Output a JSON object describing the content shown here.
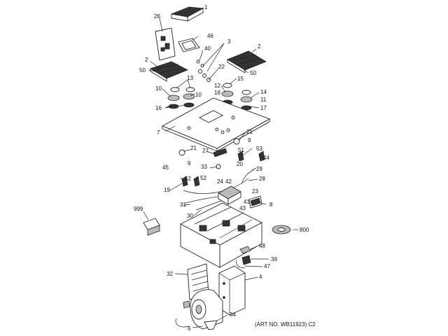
{
  "art_number": "(ART NO. WB11923) C2",
  "callouts": [
    {
      "id": "c1",
      "text": "1"
    },
    {
      "id": "c26",
      "text": "26"
    },
    {
      "id": "c46",
      "text": "46"
    },
    {
      "id": "c40",
      "text": "40"
    },
    {
      "id": "c3",
      "text": "3"
    },
    {
      "id": "c2a",
      "text": "2"
    },
    {
      "id": "c2b",
      "text": "2"
    },
    {
      "id": "c50a",
      "text": "50"
    },
    {
      "id": "c22",
      "text": "22"
    },
    {
      "id": "c50b",
      "text": "50"
    },
    {
      "id": "c13",
      "text": "13"
    },
    {
      "id": "c15",
      "text": "15"
    },
    {
      "id": "c10a",
      "text": "10"
    },
    {
      "id": "c10b",
      "text": "10"
    },
    {
      "id": "c12",
      "text": "12"
    },
    {
      "id": "c14",
      "text": "14"
    },
    {
      "id": "c18",
      "text": "18"
    },
    {
      "id": "c11",
      "text": "11"
    },
    {
      "id": "c16",
      "text": "16"
    },
    {
      "id": "c17",
      "text": "17"
    },
    {
      "id": "c7",
      "text": "7"
    },
    {
      "id": "c21a",
      "text": "21"
    },
    {
      "id": "c9a",
      "text": "9"
    },
    {
      "id": "c51",
      "text": "51"
    },
    {
      "id": "c53",
      "text": "53"
    },
    {
      "id": "c21b",
      "text": "21"
    },
    {
      "id": "c27",
      "text": "27"
    },
    {
      "id": "c44",
      "text": "44"
    },
    {
      "id": "c20",
      "text": "20"
    },
    {
      "id": "c33",
      "text": "33"
    },
    {
      "id": "c9b",
      "text": "9"
    },
    {
      "id": "c45",
      "text": "45"
    },
    {
      "id": "c29",
      "text": "29"
    },
    {
      "id": "c52a",
      "text": "52"
    },
    {
      "id": "c52b",
      "text": "52"
    },
    {
      "id": "c28",
      "text": "28"
    },
    {
      "id": "c19",
      "text": "19"
    },
    {
      "id": "c24",
      "text": "24"
    },
    {
      "id": "c42",
      "text": "42"
    },
    {
      "id": "c23",
      "text": "23"
    },
    {
      "id": "c41",
      "text": "41"
    },
    {
      "id": "c8",
      "text": "8"
    },
    {
      "id": "c31",
      "text": "31"
    },
    {
      "id": "c43",
      "text": "43"
    },
    {
      "id": "c999",
      "text": "999"
    },
    {
      "id": "c30",
      "text": "30"
    },
    {
      "id": "c800",
      "text": "800"
    },
    {
      "id": "c48",
      "text": "48"
    },
    {
      "id": "c39",
      "text": "39"
    },
    {
      "id": "c47",
      "text": "47"
    },
    {
      "id": "c32",
      "text": "32"
    },
    {
      "id": "c4",
      "text": "4"
    },
    {
      "id": "c34",
      "text": "34"
    },
    {
      "id": "c6",
      "text": "6"
    }
  ]
}
